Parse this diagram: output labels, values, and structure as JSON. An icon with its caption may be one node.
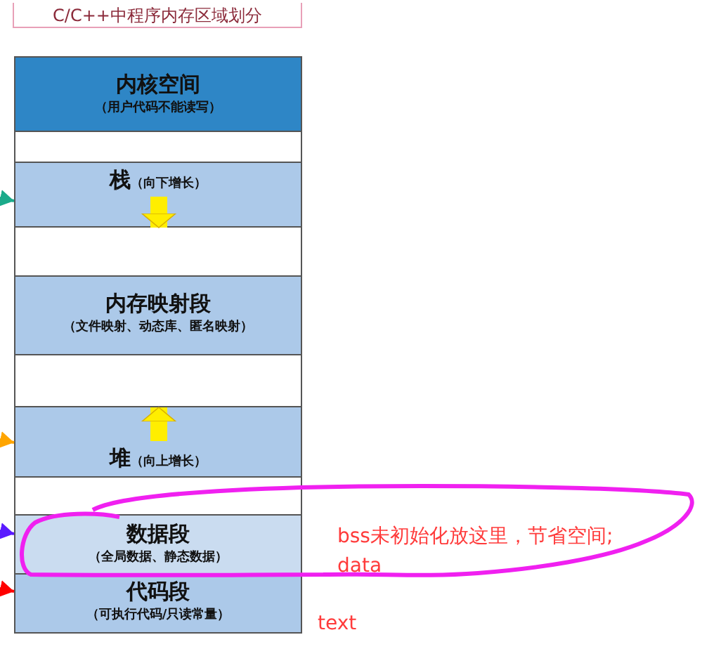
{
  "diagram": {
    "title": "C/C++中程序内存区域划分",
    "nodes": [
      {
        "text": [
          "内核空间",
          "（用户代码不能读写）"
        ]
      },
      {
        "text": [],
        "shape": "box"
      },
      {
        "text": [
          "栈",
          "（向下增长）"
        ]
      },
      {
        "text": [],
        "shape": "box"
      },
      {
        "text": [
          "内存映射段",
          "（文件映射、动态库、匿名映射）"
        ]
      },
      {
        "text": [],
        "shape": "box"
      },
      {
        "text": [
          "堆",
          "（向上增长）"
        ]
      },
      {
        "text": [],
        "shape": "box"
      },
      {
        "text": [
          "数据段",
          "（全局数据、静态数据）"
        ]
      },
      {
        "text": [
          "代码段",
          "（可执行代码/只读常量）"
        ]
      }
    ],
    "edges": [
      {
        "from": null,
        "to": 2,
        "arrow": "to",
        "color": "#1aaa8a"
      },
      {
        "from": null,
        "to": 6,
        "arrow": "to",
        "color": "#ffa500"
      },
      {
        "from": null,
        "to": 8,
        "arrow": "to",
        "color": "#5a1aff"
      },
      {
        "from": null,
        "to": 9,
        "arrow": "to",
        "color": "#ff0000"
      },
      {
        "from": 2,
        "to": 3,
        "arrow": "to",
        "style": "thick",
        "color": "#ffee00"
      },
      {
        "from": 6,
        "to": 5,
        "arrow": "to",
        "style": "thick",
        "color": "#ffee00"
      }
    ],
    "labels": [
      "bss未初始化放这里，节省空间;",
      "data",
      "text"
    ]
  }
}
